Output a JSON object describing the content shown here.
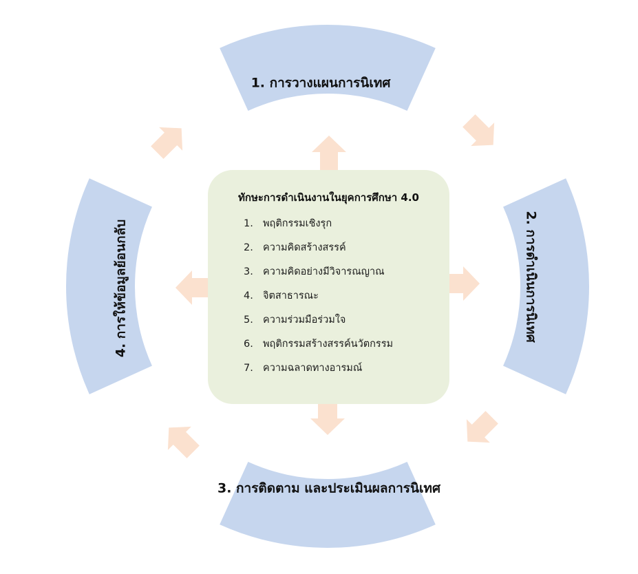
{
  "colors": {
    "segment_fill": "#c6d6ee",
    "arrow_fill": "#fbe1cf",
    "center_fill": "#eaf0dd"
  },
  "segments": [
    {
      "label": "1. การวางแผนการนิเทศ"
    },
    {
      "label": "2. การดำเนินการนิเทศ"
    },
    {
      "label": "3. การติดตาม และประเมินผลการนิเทศ"
    },
    {
      "label": "4. การให้ข้อมูลย้อนกลับ"
    }
  ],
  "center": {
    "title": "ทักษะการดำเนินงานในยุคการศึกษา 4.0",
    "items": [
      {
        "num": "1.",
        "text": "พฤติกรรมเชิงรุก"
      },
      {
        "num": "2.",
        "text": "ความคิดสร้างสรรค์"
      },
      {
        "num": "3.",
        "text": "ความคิดอย่างมีวิจารณญาณ"
      },
      {
        "num": "4.",
        "text": "จิตสาธารณะ"
      },
      {
        "num": "5.",
        "text": "ความร่วมมือร่วมใจ"
      },
      {
        "num": "6.",
        "text": "พฤติกรรมสร้างสรรค์นวัตกรรม"
      },
      {
        "num": "7.",
        "text": "ความฉลาดทางอารมณ์"
      }
    ]
  }
}
